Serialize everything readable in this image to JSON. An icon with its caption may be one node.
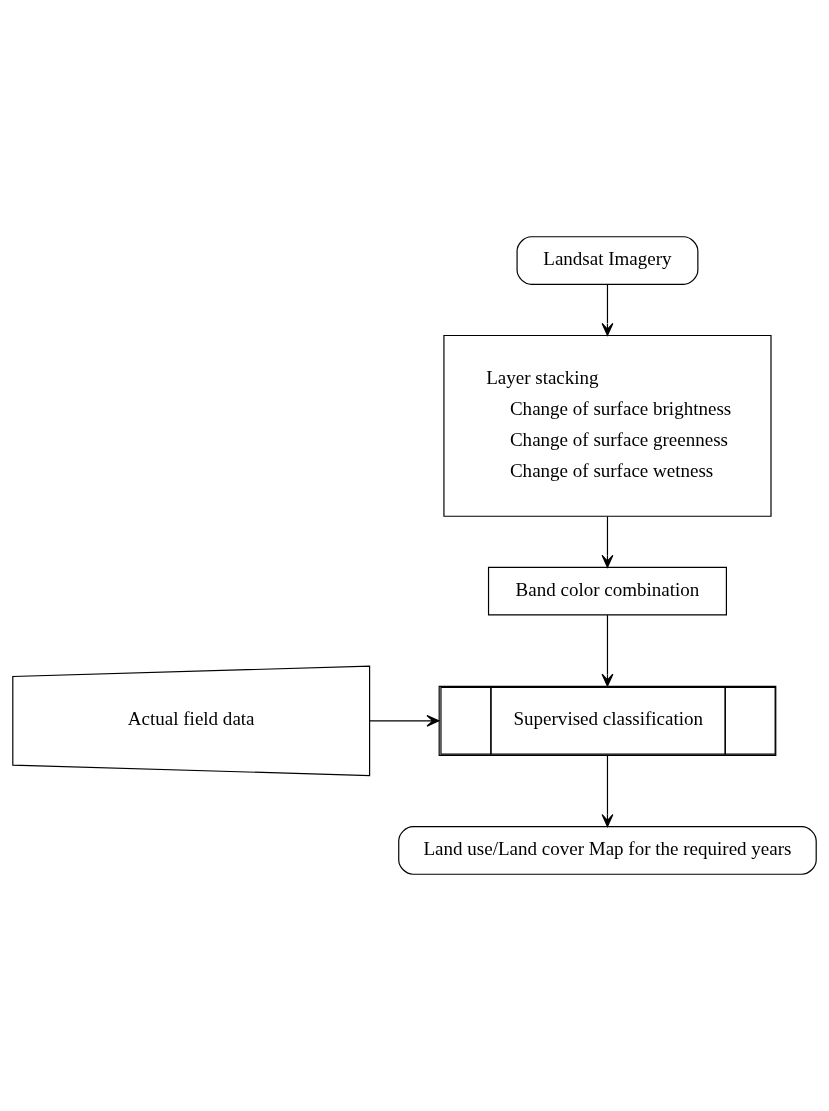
{
  "diagram": {
    "nodes": [
      {
        "text": [
          "Landsat Imagery"
        ]
      },
      {
        "text": [
          "Layer stacking",
          "Change of surface brightness",
          "Change of surface greenness",
          "Change of surface wetness"
        ]
      },
      {
        "text": [
          "Band color combination"
        ]
      },
      {
        "text": [
          "Supervised classification"
        ]
      },
      {
        "text": [
          "Actual field data"
        ]
      },
      {
        "text": [
          "Land use/Land cover Map for the required years"
        ]
      }
    ],
    "edges": [
      {
        "from": 0,
        "to": 1,
        "arrow": "to"
      },
      {
        "from": 1,
        "to": 2,
        "arrow": "to"
      },
      {
        "from": 2,
        "to": 3,
        "arrow": "to"
      },
      {
        "from": 4,
        "to": 3,
        "arrow": "to"
      },
      {
        "from": 3,
        "to": 5,
        "arrow": "to"
      }
    ]
  }
}
